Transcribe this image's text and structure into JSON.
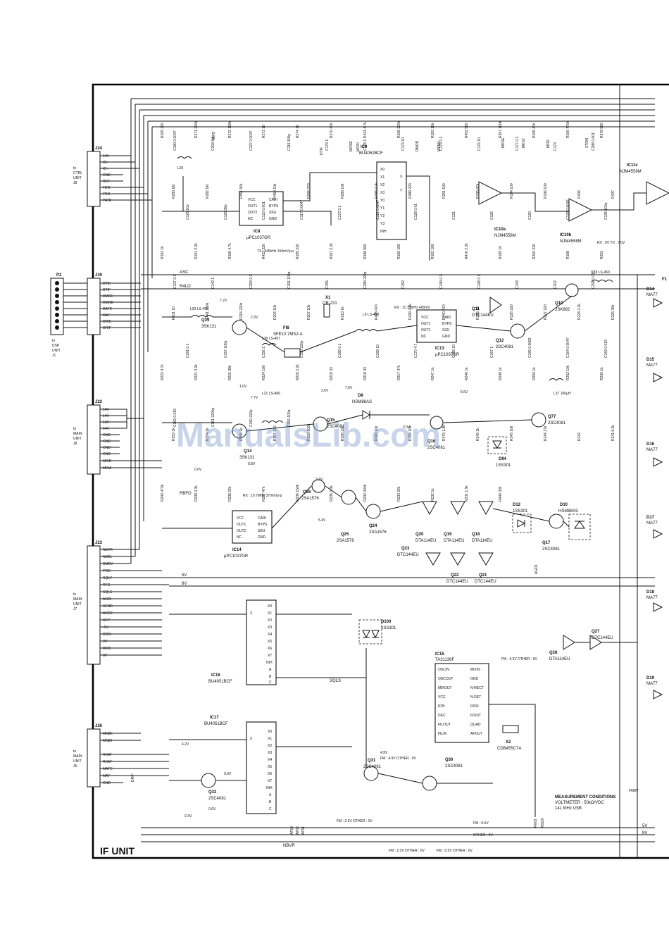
{
  "title": "IF UNIT",
  "watermark": "ManualsLib.com",
  "measurement": {
    "line1": "MEASUREMENT CONDITIONS",
    "line2": "VOLTMETER : 50kΩ/VDC",
    "line3": "141 MHz USB"
  },
  "connectors": [
    {
      "id": "J24",
      "caption": [
        "to",
        "CTRL",
        "UNIT",
        "J8"
      ],
      "pins": [
        "14V",
        "IO-",
        "IO+",
        "GND",
        "REF",
        "FDR",
        "TRC",
        "PATB"
      ]
    },
    {
      "id": "J30",
      "caption": [
        "to",
        "DSP",
        "UNIT",
        "J1"
      ],
      "pins": [
        "DTIE",
        "DTIF",
        "DMCE",
        "DMOD",
        "DAFE",
        "DAF",
        "DRIE",
        "DRIF"
      ]
    },
    {
      "id": "J22",
      "caption": [
        "to",
        "MAIN",
        "UNIT",
        "J8"
      ],
      "pins": [
        "14V",
        "14V",
        "14V",
        "14V",
        "GND",
        "GND",
        "GND",
        "GND",
        "MIXB",
        "MIXA"
      ]
    },
    {
      "id": "J23",
      "caption": [
        "to",
        "MAIN",
        "UNIT",
        "J7"
      ],
      "pins": [
        "NBVR",
        "NBDL",
        "BMDV",
        "POC",
        "SQLV",
        "RFG",
        "SQLS",
        "AGDI",
        "SEND",
        "AGD2",
        "KEY",
        "-5V",
        "DRIV",
        "9V",
        "BKIC",
        "8V"
      ]
    },
    {
      "id": "J26",
      "caption": [
        "to",
        "MAIN",
        "UNIT",
        "J5"
      ],
      "pins": [
        "MN8E",
        "MN82",
        "",
        "RXAF",
        "RXAF",
        "MAFE",
        "MAF",
        "GND"
      ]
    }
  ],
  "p2": {
    "id": "P2",
    "caption": [
      "to",
      "DSP",
      "UNIT",
      "J1"
    ]
  },
  "ics": [
    {
      "ref": "IC8",
      "part": "µPC1037GR",
      "pins_left": [
        "VCC",
        "OUT1",
        "OUT2",
        "NC"
      ],
      "pins_right": [
        "CARI",
        "BYPS",
        "SIGI",
        "GND"
      ]
    },
    {
      "ref": "IC9",
      "part": "BU4052BCF",
      "pins_left": [
        "X0",
        "X1",
        "X2",
        "X3",
        "Y0",
        "Y1",
        "Y2",
        "Y3",
        "INH"
      ],
      "pins_right": [
        "X",
        "Y"
      ]
    },
    {
      "ref": "IC10a",
      "part": "NJM4558M"
    },
    {
      "ref": "IC10b",
      "part": "NJM4558M"
    },
    {
      "ref": "IC11c",
      "part": "NJM4558M"
    },
    {
      "ref": "IC13",
      "part": "µPC1037GR",
      "pins_left": [
        "VCC",
        "OUT1",
        "OUT2",
        "NC"
      ],
      "pins_right": [
        "CARI",
        "BYPS",
        "SIGI",
        "GND"
      ]
    },
    {
      "ref": "IC14",
      "part": "µPC1037GR",
      "pins_left": [
        "VCC",
        "OUT1",
        "OUT2",
        "NC"
      ],
      "pins_right": [
        "CARI",
        "BYPS",
        "SIGI",
        "GND"
      ]
    },
    {
      "ref": "IC15",
      "part": "TA31136F",
      "pins_left": [
        "OSCIN",
        "OSCOUT",
        "MIXOUT",
        "VCC",
        "IFIN",
        "DEC",
        "FILOUT",
        "FILIN"
      ],
      "pins_right": [
        "MIXIN",
        "GND",
        "N-RECT",
        "N-DET",
        "RSSI",
        "IFOUT",
        "QUAD",
        "AFOUT"
      ]
    },
    {
      "ref": "IC16",
      "part": "BU4051BCF",
      "pins": [
        "X",
        "X0",
        "X1",
        "X2",
        "X3",
        "X4",
        "X5",
        "X6",
        "X7",
        "INH",
        "A",
        "B",
        "C"
      ]
    },
    {
      "ref": "IC17",
      "part": "BU4051BCF",
      "pins": [
        "X",
        "X0",
        "X1",
        "X2",
        "X3",
        "X4",
        "X5",
        "X6",
        "X7",
        "INH",
        "A",
        "B",
        "C"
      ]
    }
  ],
  "transistors": [
    {
      "ref": "Q10",
      "part": "2SK882"
    },
    {
      "ref": "Q11",
      "part": "DTC144EU"
    },
    {
      "ref": "Q12",
      "part": "2SC4081"
    },
    {
      "ref": "Q13",
      "part": "3SK131"
    },
    {
      "ref": "Q14",
      "part": "3SK131"
    },
    {
      "ref": "Q15",
      "part": "2SC4081"
    },
    {
      "ref": "Q16",
      "part": "2SC4081"
    },
    {
      "ref": "Q17",
      "part": "2SC4081"
    },
    {
      "ref": "Q18",
      "part": "DTA114EU"
    },
    {
      "ref": "Q19",
      "part": "DTA114EU"
    },
    {
      "ref": "Q20",
      "part": "DTA114EU"
    },
    {
      "ref": "Q21",
      "part": "DTC144EU"
    },
    {
      "ref": "Q22",
      "part": "DTC144EU"
    },
    {
      "ref": "Q23",
      "part": "DTC144EU"
    },
    {
      "ref": "Q24",
      "part": "2SA1576"
    },
    {
      "ref": "Q25",
      "part": "2SA1576"
    },
    {
      "ref": "Q26",
      "part": "2SA1576"
    },
    {
      "ref": "Q27",
      "part": "DTC144EU"
    },
    {
      "ref": "Q28",
      "part": "DTA114EU"
    },
    {
      "ref": "Q30",
      "part": "2SC4081"
    },
    {
      "ref": "Q31",
      "part": "2SC4081"
    },
    {
      "ref": "Q32",
      "part": "2SC4081"
    },
    {
      "ref": "Q77",
      "part": "2SC4081"
    }
  ],
  "diodes": [
    {
      "ref": "D8",
      "part": "HSM88AS"
    },
    {
      "ref": "D10",
      "part": "HSM88AS"
    },
    {
      "ref": "D12",
      "part": "1SS301"
    },
    {
      "ref": "D94",
      "part": "1SS301"
    },
    {
      "ref": "D100",
      "part": "1SS301"
    },
    {
      "ref": "D14",
      "part": "MA77"
    },
    {
      "ref": "D15",
      "part": "MA77"
    },
    {
      "ref": "D16",
      "part": "MA77"
    },
    {
      "ref": "D17",
      "part": "MA77"
    },
    {
      "ref": "D18",
      "part": "MA77"
    },
    {
      "ref": "D19",
      "part": "MA77"
    },
    {
      "ref": "F1",
      "part": ""
    }
  ],
  "filters": [
    {
      "ref": "FI8",
      "part": "SFE10.7MS2-A"
    },
    {
      "ref": "X1",
      "part": "CR-231"
    },
    {
      "ref": "X2",
      "part": "CDB455C7A"
    }
  ],
  "inductors": [
    "L20 LS-496",
    "L21 LS-496",
    "L36 LS-497",
    "L9 LS-499",
    "L18 LS-450",
    "L37 100µH",
    "L26"
  ],
  "resistor_labels": [
    "R269 220",
    "R271 220k",
    "R272 100k",
    "R273 10",
    "R274 10",
    "R270 47k",
    "R431 4.7k",
    "R268 220k",
    "R283 10k",
    "R452 560",
    "R267 100k",
    "R265 47k",
    "R266 470k",
    "R278 560",
    "R280 1M",
    "R282 1M",
    "R451 56k",
    "R450 10k",
    "R284 220",
    "R285 10k",
    "R488 2.2k",
    "R489 220",
    "R261 100",
    "R195 82k",
    "R194 100",
    "R196 100",
    "R436",
    "R437",
    "R192 1k",
    "R191 2.2k",
    "R190 4.7k",
    "R432 220",
    "R189 220",
    "R187 2.2k",
    "R188 560",
    "R186 150",
    "R183 100",
    "R476 2.2k",
    "R199 10",
    "R200 220",
    "R198",
    "R202",
    "R201 10",
    "R441 330k",
    "R214 220k",
    "R206 10k",
    "R207 10k",
    "R213 1k",
    "R438 470",
    "R439 2.2k",
    "R440 470",
    "R215 1k",
    "R226 220",
    "R227 220",
    "R228 2.2k",
    "R225 39k",
    "R223 4.7k",
    "R221 2.2k",
    "R222 39k",
    "R224 100",
    "R220 2.2k",
    "R219 33",
    "R218 33",
    "R217 47k",
    "R247 1k",
    "R248 1k",
    "R249 1k",
    "R250 1k",
    "R252 10k",
    "R230 1k",
    "R253 1k",
    "R254 1k",
    "R255 1k",
    "R257 100",
    "R259 100k",
    "R256 22k",
    "R260 10k",
    "R258 10k",
    "R475 1.8k",
    "R246 1k",
    "R245 10k",
    "R244 27k",
    "R242",
    "R241 8.2k",
    "R240 470k",
    "R239 3.3k",
    "R238 22k",
    "R237 47k",
    "R236 150k",
    "R235 3.3k",
    "R234 330k",
    "R233 22k",
    "R232 1k",
    "R231 1.5k",
    "R444 33k"
  ],
  "capacitor_labels": [
    "C180 0.0047",
    "C303 0.1",
    "C127 0.0047",
    "C119 100p",
    "C179 1",
    "C178 1",
    "C174 10",
    "C175 0.1",
    "C176 10",
    "C177 0.1",
    "C173",
    "C288 0.001",
    "C125 10p",
    "C126 39p",
    "C123 0.001",
    "C117 0.0047",
    "C172 0.1",
    "C116 0.0047",
    "C128 0.01",
    "C121",
    "C122",
    "C120",
    "C133 0.0047",
    "C135 100p",
    "C137 0.1",
    "C142 1",
    "C293 0.1",
    "C151 100p",
    "C155",
    "C289 220p",
    "C152",
    "C149 0.1",
    "C148 0.1",
    "C143",
    "C302",
    "C292 0.015",
    "C291 0.1",
    "C157 100p",
    "C156 1",
    "C190 220p",
    "C168 0.1",
    "C169 10",
    "C170 4.7",
    "C188 10",
    "C167 1",
    "C165 0.0082",
    "C164 0.0047",
    "C163 0.015",
    "C162 0.015",
    "C161 2200p",
    "C160 220p",
    "C159 100p"
  ],
  "voltages": [
    "7.2V",
    "2.3V",
    "3.6V",
    "7.6V",
    "5.6V",
    "7.7V",
    "1.0V",
    "0.6V",
    "0.8V",
    "2.0V",
    "2.3V",
    "5.4V",
    "4.2V",
    "0.9V",
    "0.3V",
    "0.6V",
    "4.9V"
  ],
  "net_labels": [
    "ASC",
    "R4LO",
    "RBFO",
    "TBFO",
    "DTIF",
    "MOSE",
    "MOSI",
    "DMOD",
    "WFM4",
    "MRSE",
    "MKS2",
    "MOD",
    "STON",
    "5V",
    "8V",
    "AGD1",
    "SQLS",
    "NBVR",
    "AF51",
    "AF52",
    "AF53",
    "FMID",
    "ASCR",
    "DRIF",
    "FM8V"
  ],
  "notes": {
    "tx_level": "TX : 445kHz 150mVp-p",
    "rx_level_ic13": "RX : 11.15MHz 400mV",
    "rx_level_ic14": "RX : 10.7MHz 370mVp-p",
    "rx_tx_q10": "RX : 0V TX : 7.0V",
    "fm_q27": "FM : 4.3V OTHER : 0V",
    "fm_q30": "FM : 4.9V OTHER : 0V",
    "fm_q31": "FM : 2.3V OTHER : 0V",
    "fm_r239": "FM : 0.6V",
    "other_bottom": "OTHER : 0V",
    "fm_bottom_left": "FM : 2.3V OTHER : 0V",
    "fm_bottom_right": "FM : 0.5V OTHER : 0V"
  }
}
